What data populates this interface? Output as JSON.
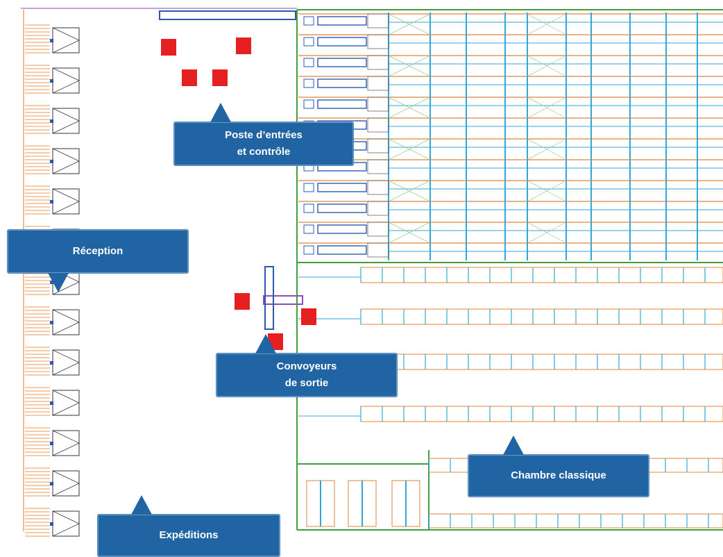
{
  "callouts": {
    "entry": "Poste d’entrées\net contrôle",
    "reception": "Réception",
    "exit": "Convoyeurs\nde sortie",
    "classic": "Chambre classique",
    "shipping": "Expéditions"
  },
  "colors": {
    "callout_bg": "#2064a4",
    "wall": "#3f9f3f",
    "rack_orange": "#e0843a",
    "rack_blue": "#33a6d6",
    "conveyor": "#2a58b0",
    "machine_red": "#e62020",
    "dock_orange": "#e5761f"
  }
}
